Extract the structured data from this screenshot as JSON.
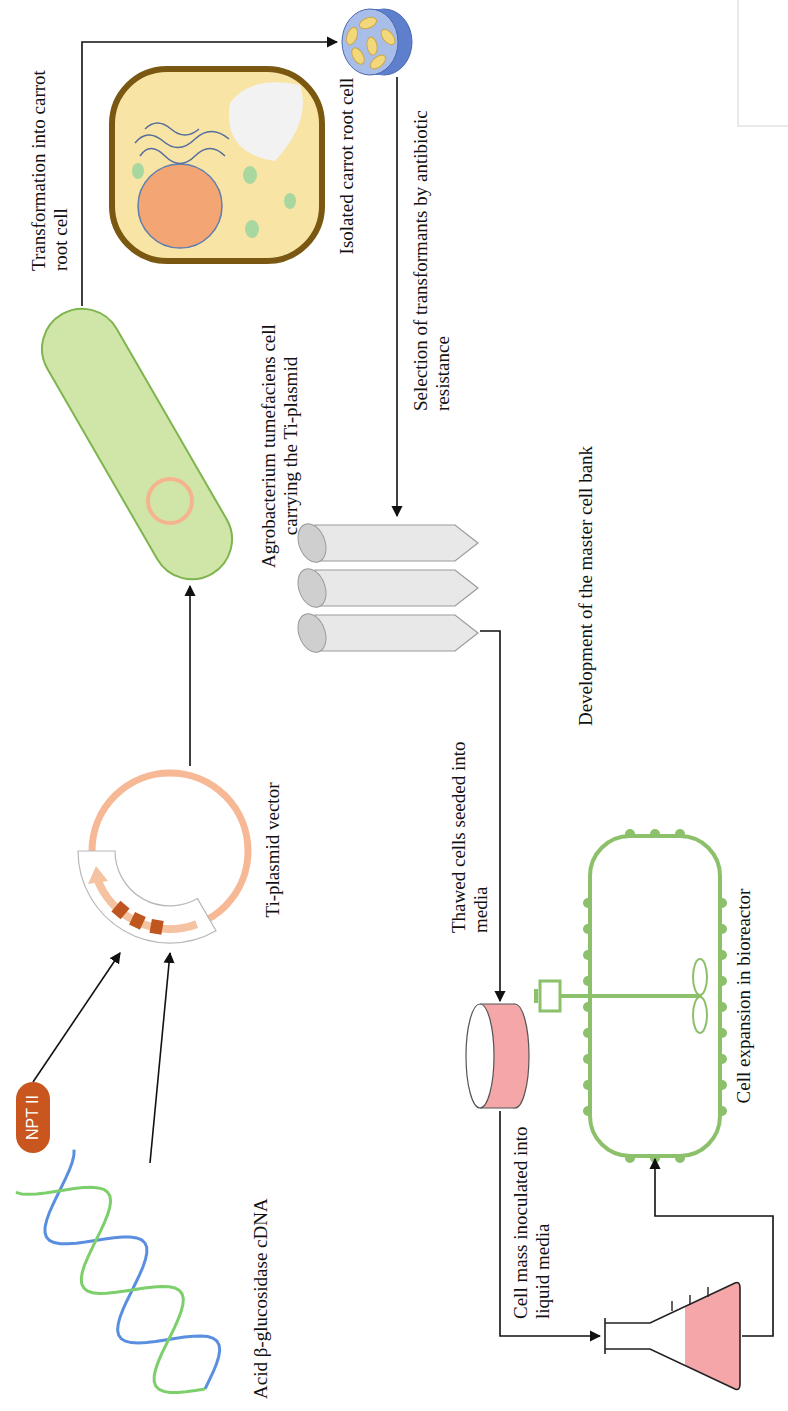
{
  "diagram": {
    "nodes": [
      {
        "text": [
          "Acid β-glucosidase cDNA"
        ]
      },
      {
        "text": [
          "NPT II"
        ]
      },
      {
        "text": [
          "Ti-plasmid vector"
        ]
      },
      {
        "text": [
          "Agrobacterium tumefaciens cell carrying the Ti-plasmid"
        ]
      },
      {
        "text": [
          "Isolated carrot root cell"
        ]
      },
      {
        "text": []
      },
      {
        "text": [
          "Development of the master cell bank"
        ]
      },
      {
        "text": []
      },
      {
        "text": []
      },
      {
        "text": [
          "Cell expansion in bioreactor"
        ]
      }
    ],
    "edges": [
      {
        "from": 1,
        "to": 2,
        "arrow": "to"
      },
      {
        "from": 0,
        "to": 2,
        "arrow": "to"
      },
      {
        "from": 2,
        "to": 3,
        "arrow": "to"
      },
      {
        "from": 3,
        "to": 5,
        "label": "Transformation into carrot root cell",
        "arrow": "to"
      },
      {
        "from": 5,
        "to": 6,
        "label": "Selection of transformants by antibiotic resistance",
        "arrow": "to"
      },
      {
        "from": 6,
        "to": 7,
        "label": "Thawed cells seeded into media",
        "arrow": "to"
      },
      {
        "from": 7,
        "to": 8,
        "label": "Cell mass inoculated into liquid media",
        "arrow": "to"
      },
      {
        "from": 8,
        "to": 9,
        "arrow": "to"
      }
    ]
  }
}
